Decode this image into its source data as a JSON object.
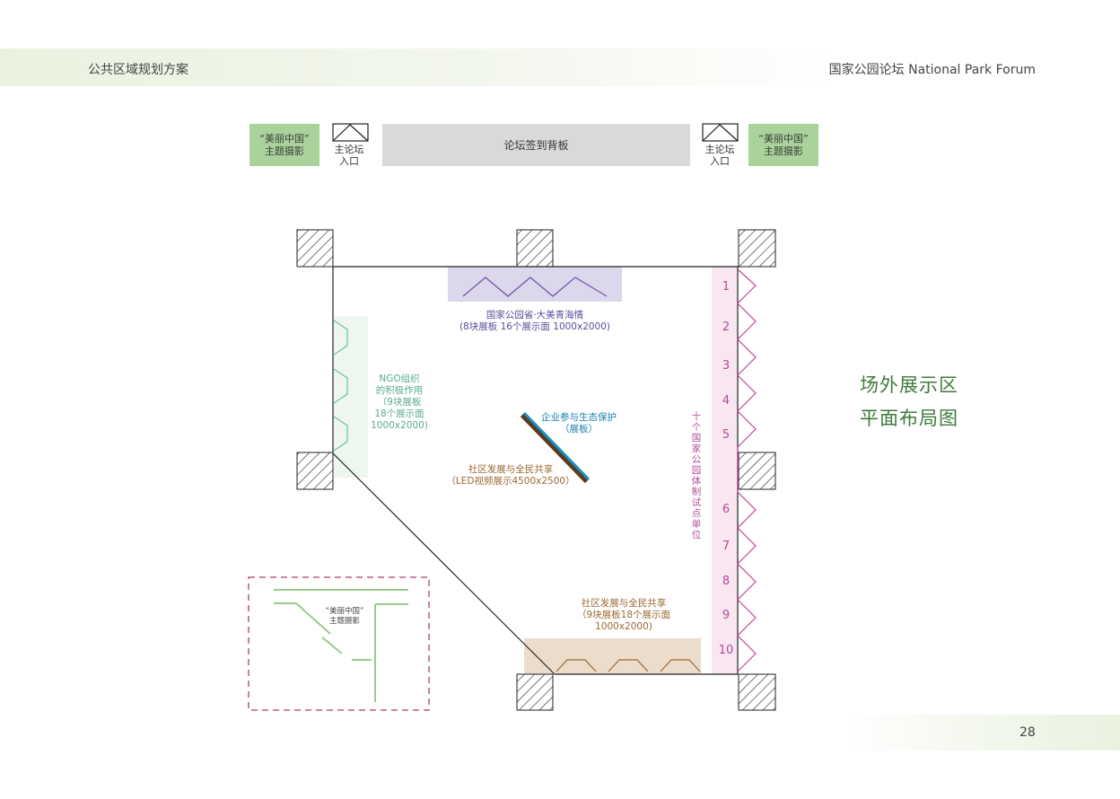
{
  "header": {
    "left_title": "公共区域规划方案",
    "right_title": "国家公园论坛  National Park Forum"
  },
  "top_row": {
    "photo_left": {
      "line1": "“美丽中国”",
      "line2": "主题摄影"
    },
    "photo_right": {
      "line1": "“美丽中国”",
      "line2": "主题摄影"
    },
    "entrance_left": {
      "line1": "主论坛",
      "line2": "入口"
    },
    "entrance_right": {
      "line1": "主论坛",
      "line2": "入口"
    },
    "signin_board": "论坛签到背板"
  },
  "floor_plan": {
    "top_exhibit": {
      "line1": "国家公园省·大美青海情",
      "line2": "(8块展板 16个展示面 1000x2000)"
    },
    "ngo_exhibit": {
      "line1": "NGO组织",
      "line2": "的积极作用",
      "line3": "（9块展板",
      "line4": "18个展示面",
      "line5": "1000x2000)"
    },
    "enterprise_exhibit": {
      "line1": "企业参与生态保护",
      "line2": "（展板）"
    },
    "led_exhibit": {
      "line1": "社区发展与全民共享",
      "line2": "（LED视频展示4500x2500）"
    },
    "community_exhibit": {
      "line1": "社区发展与全民共享",
      "line2": "（9块展板18个展示面",
      "line3": "1000x2000)"
    },
    "pilot_label": "十个国家公园体制试点单位",
    "pilot_numbers": [
      "1",
      "2",
      "3",
      "4",
      "5",
      "6",
      "7",
      "8",
      "9",
      "10"
    ],
    "inset_label": {
      "line1": "“美丽中国”",
      "line2": "主题摄影"
    }
  },
  "area_title": {
    "line1": "场外展示区",
    "line2": "平面布局图"
  },
  "page_number": "28",
  "colors": {
    "photo_green": "#a9d39a",
    "purple_zone": "#dcd7ea",
    "pink_zone": "#f8e6f0",
    "tan_zone": "#ecdccb",
    "title_green": "#3e7a3a"
  }
}
